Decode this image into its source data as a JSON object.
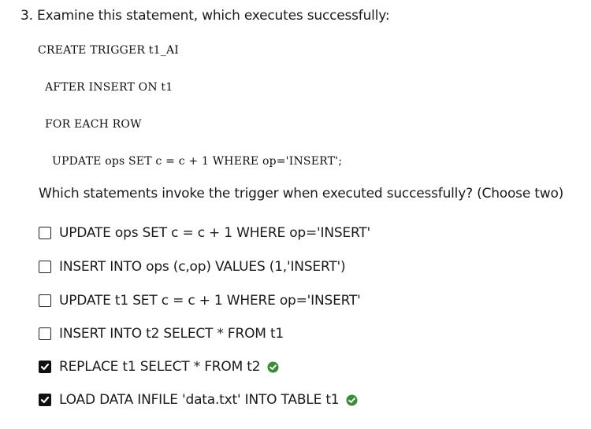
{
  "question": {
    "text": "3. Examine this statement, which executes successfully:"
  },
  "code": [
    "CREATE TRIGGER t1_AI",
    "AFTER INSERT ON t1",
    "FOR EACH ROW",
    "UPDATE ops SET c = c + 1 WHERE op='INSERT';"
  ],
  "prompt": "Which statements invoke the trigger when executed successfully? (Choose two)",
  "options": [
    {
      "label": "UPDATE ops SET c = c + 1 WHERE op='INSERT'",
      "checked": false,
      "correct": false
    },
    {
      "label": "INSERT INTO ops (c,op) VALUES (1,'INSERT')",
      "checked": false,
      "correct": false
    },
    {
      "label": "UPDATE t1 SET c = c + 1 WHERE op='INSERT'",
      "checked": false,
      "correct": false
    },
    {
      "label": "INSERT INTO t2 SELECT * FROM t1",
      "checked": false,
      "correct": false
    },
    {
      "label": "REPLACE t1 SELECT * FROM t2",
      "checked": true,
      "correct": true
    },
    {
      "label": "LOAD DATA INFILE 'data.txt' INTO TABLE t1",
      "checked": true,
      "correct": true
    }
  ],
  "icons": {
    "checkbox_checked": "check-icon",
    "correct_marker": "check-circle-icon"
  },
  "colors": {
    "checkbox_fill": "#111111",
    "correct_green": "#3c8c3c"
  }
}
